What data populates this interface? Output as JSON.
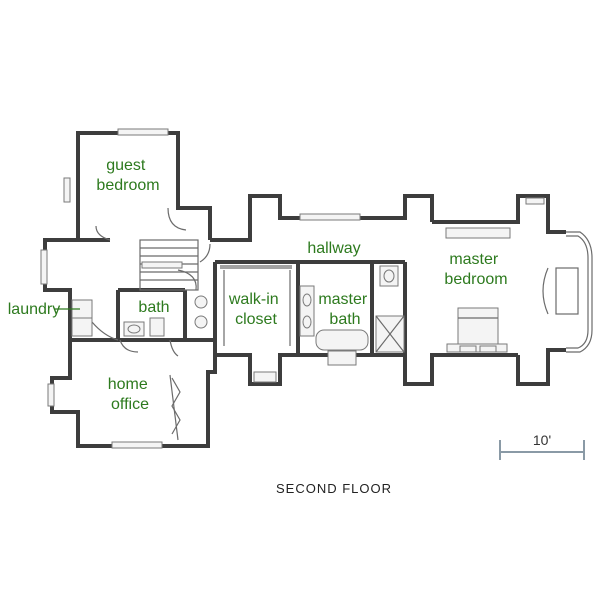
{
  "plan": {
    "title": "SECOND FLOOR",
    "scale_label": "10'",
    "rooms": {
      "guest_bedroom": [
        "guest",
        "bedroom"
      ],
      "laundry": [
        "laundry"
      ],
      "bath": [
        "bath"
      ],
      "home_office": [
        "home",
        "office"
      ],
      "walk_in_closet": [
        "walk-in",
        "closet"
      ],
      "hallway": [
        "hallway"
      ],
      "master_bath": [
        "master",
        "bath"
      ],
      "master_bedroom": [
        "master",
        "bedroom"
      ]
    }
  },
  "colors": {
    "label": "#2d7a1e",
    "wall": "#3d3d3d",
    "scale": "#8a9aa6"
  }
}
